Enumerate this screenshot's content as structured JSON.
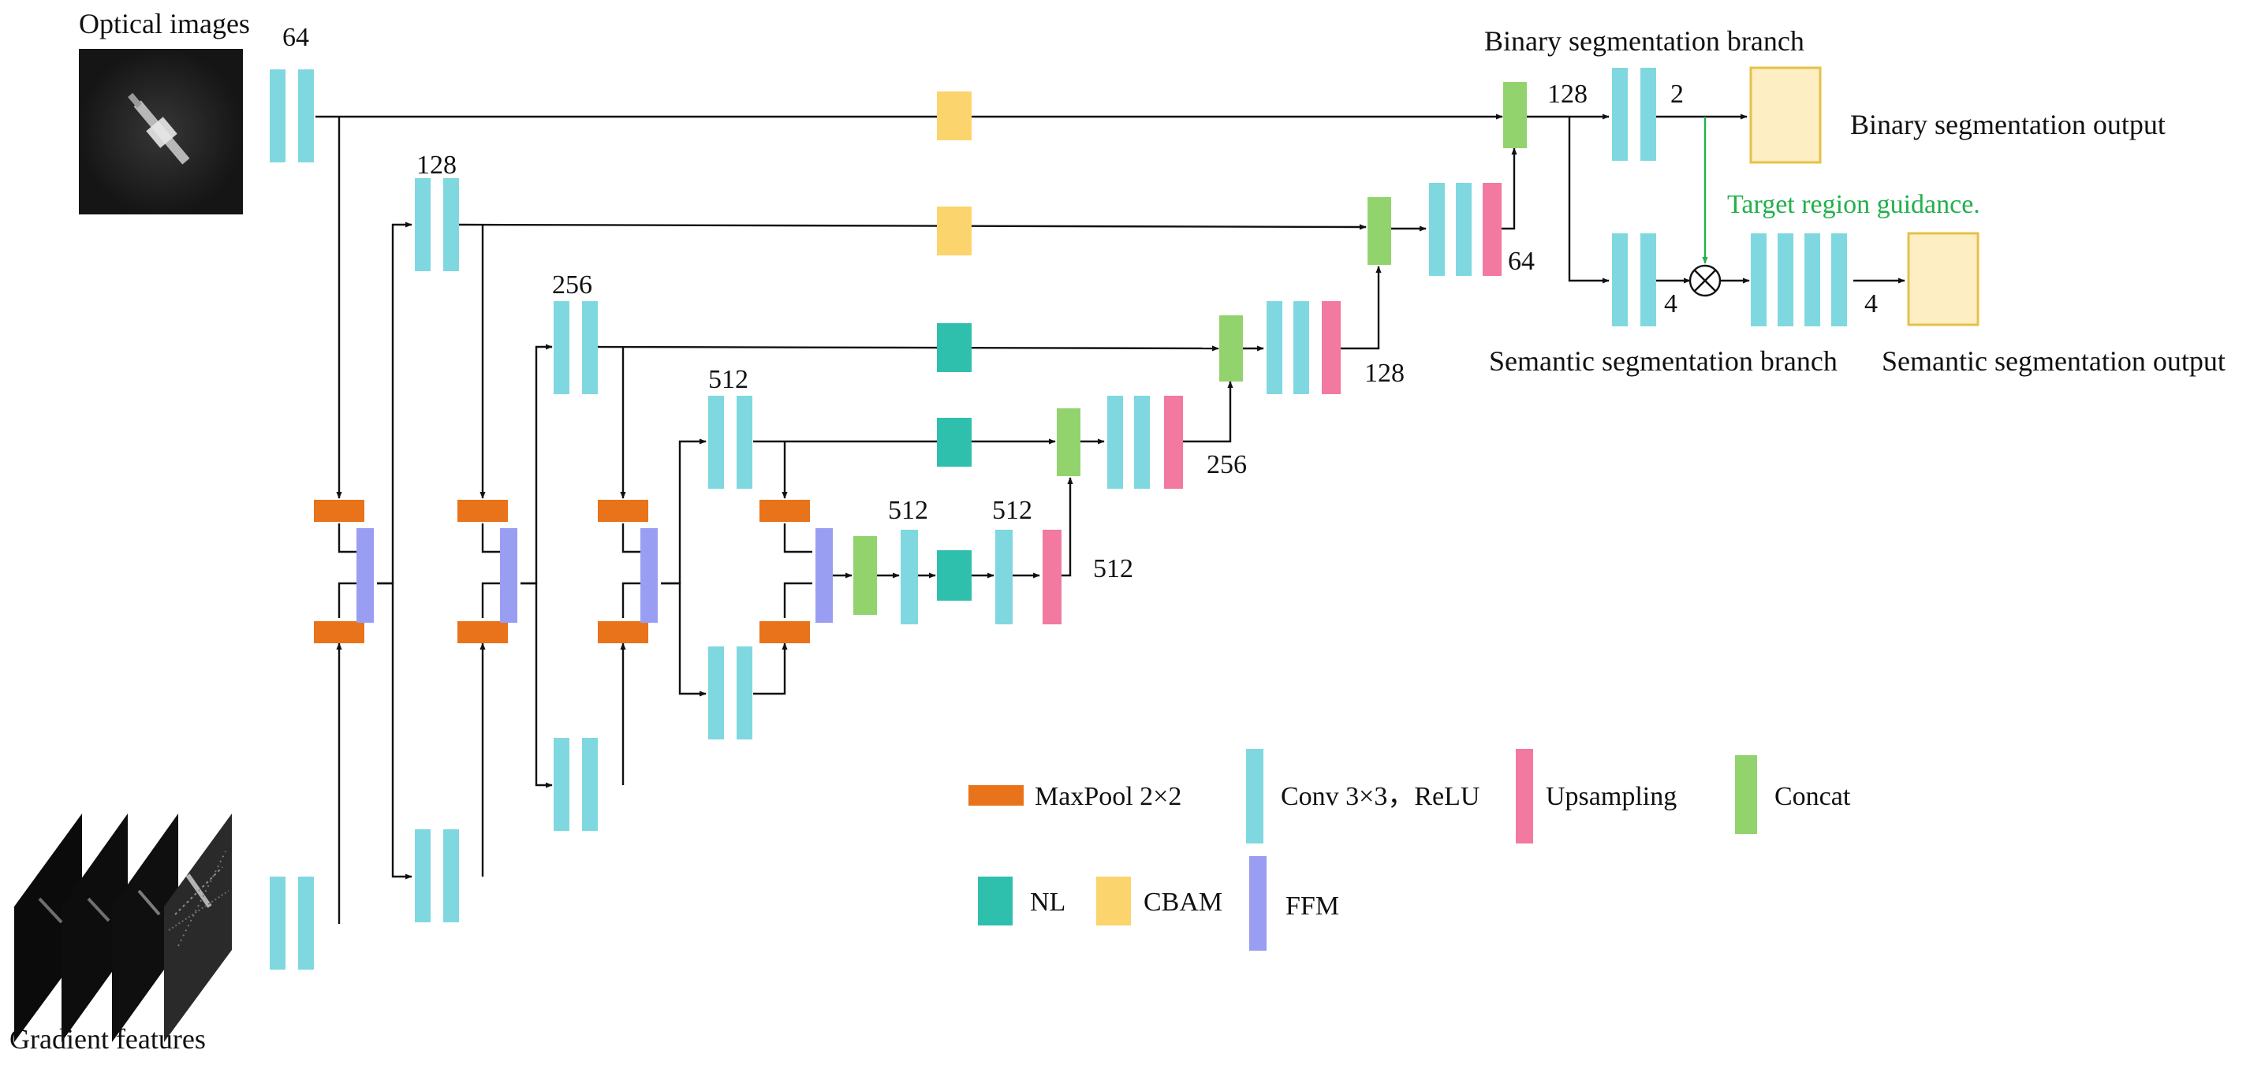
{
  "colors": {
    "conv": "#7fd8e0",
    "maxpool": "#e8731a",
    "upsampling": "#f2799f",
    "concat": "#92d36e",
    "nl": "#2fbfad",
    "cbam": "#fbd46d",
    "ffm": "#9a9ef2",
    "output_fill": "#fdefc3",
    "output_border": "#e7c048",
    "guidance": "#22b04b"
  },
  "inputs": {
    "optical": "Optical images",
    "gradient": "Gradient features"
  },
  "channels": {
    "c64": "64",
    "c128a": "128",
    "c256a": "256",
    "c512a": "512",
    "c512b": "512",
    "c512c": "512",
    "c512d": "512",
    "d256": "256",
    "d128": "128",
    "d64": "64",
    "h128": "128",
    "bin2": "2",
    "sem4a": "4",
    "sem4b": "4"
  },
  "branches": {
    "binary": "Binary segmentation branch",
    "binary_output": "Binary segmentation output",
    "semantic": "Semantic segmentation branch",
    "semantic_output": "Semantic segmentation output",
    "guidance": "Target region guidance."
  },
  "legend": {
    "maxpool": "MaxPool 2×2",
    "conv": "Conv 3×3，ReLU",
    "upsampling": "Upsampling",
    "concat": "Concat",
    "nl": "NL",
    "cbam": "CBAM",
    "ffm": "FFM"
  },
  "icons": {
    "multiply": "circle-times-icon"
  }
}
